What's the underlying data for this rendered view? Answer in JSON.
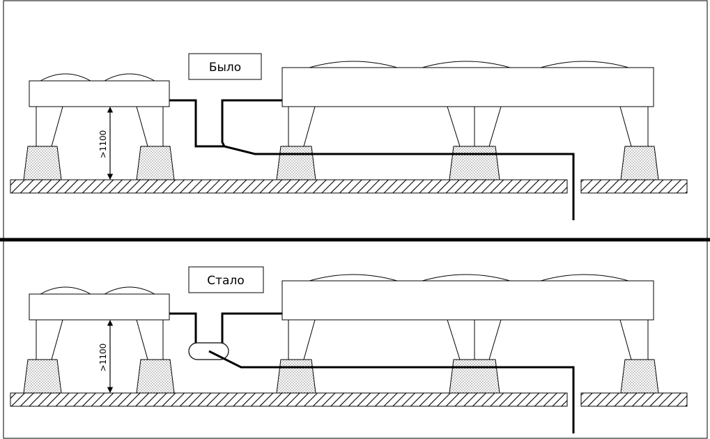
{
  "panels": [
    {
      "id": "before",
      "label": "Было",
      "dimension": ">1100"
    },
    {
      "id": "after",
      "label": "Стало",
      "dimension": ">1100"
    }
  ],
  "colors": {
    "line": "#000000",
    "background": "#ffffff",
    "concrete_dots": "#555555"
  }
}
